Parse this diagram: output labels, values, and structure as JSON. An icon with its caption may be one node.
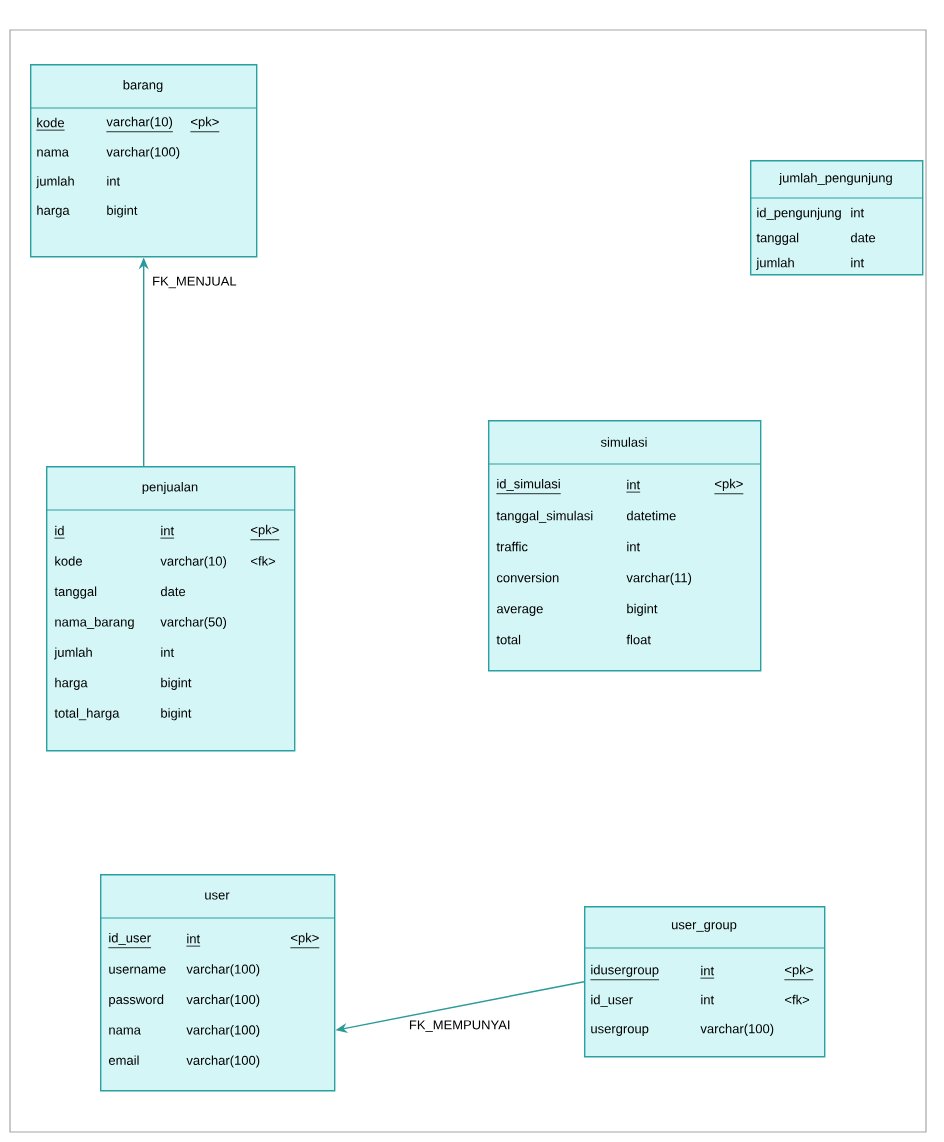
{
  "diagram": {
    "nodes": [
      {
        "text": [
          "barang"
        ]
      },
      {
        "text": [
          "kode",
          "varchar(10)",
          "<pk>"
        ],
        "in": 0
      },
      {
        "text": [
          "nama",
          "varchar(100)"
        ],
        "in": 0
      },
      {
        "text": [
          "jumlah",
          "int"
        ],
        "in": 0
      },
      {
        "text": [
          "harga",
          "bigint"
        ],
        "in": 0
      },
      {
        "text": [
          "jumlah_pengunjung"
        ]
      },
      {
        "text": [
          "id_pengunjung",
          "int"
        ],
        "in": 5
      },
      {
        "text": [
          "tanggal",
          "date"
        ],
        "in": 5
      },
      {
        "text": [
          "jumlah",
          "int"
        ],
        "in": 5
      },
      {
        "text": [
          "simulasi"
        ]
      },
      {
        "text": [
          "id_simulasi",
          "int",
          "<pk>"
        ],
        "in": 9
      },
      {
        "text": [
          "tanggal_simulasi",
          "datetime"
        ],
        "in": 9
      },
      {
        "text": [
          "traffic",
          "int"
        ],
        "in": 9
      },
      {
        "text": [
          "conversion",
          "varchar(11)"
        ],
        "in": 9
      },
      {
        "text": [
          "average",
          "bigint"
        ],
        "in": 9
      },
      {
        "text": [
          "total",
          "float"
        ],
        "in": 9
      },
      {
        "text": [
          "penjualan"
        ]
      },
      {
        "text": [
          "id",
          "int",
          "<pk>"
        ],
        "in": 16
      },
      {
        "text": [
          "kode",
          "varchar(10)",
          "<fk>"
        ],
        "in": 16
      },
      {
        "text": [
          "tanggal",
          "date"
        ],
        "in": 16
      },
      {
        "text": [
          "nama_barang",
          "varchar(50)"
        ],
        "in": 16
      },
      {
        "text": [
          "jumlah",
          "int"
        ],
        "in": 16
      },
      {
        "text": [
          "harga",
          "bigint"
        ],
        "in": 16
      },
      {
        "text": [
          "total_harga",
          "bigint"
        ],
        "in": 16
      },
      {
        "text": [
          "user"
        ]
      },
      {
        "text": [
          "id_user",
          "int",
          "<pk>"
        ],
        "in": 24
      },
      {
        "text": [
          "username",
          "varchar(100)"
        ],
        "in": 24
      },
      {
        "text": [
          "password",
          "varchar(100)"
        ],
        "in": 24
      },
      {
        "text": [
          "nama",
          "varchar(100)"
        ],
        "in": 24
      },
      {
        "text": [
          "email",
          "varchar(100)"
        ],
        "in": 24
      },
      {
        "text": [
          "user_group"
        ]
      },
      {
        "text": [
          "idusergroup",
          "int",
          "<pk>"
        ],
        "in": 30
      },
      {
        "text": [
          "id_user",
          "int",
          "<fk>"
        ],
        "in": 30
      },
      {
        "text": [
          "usergroup",
          "varchar(100)"
        ],
        "in": 30
      }
    ],
    "edges": [
      {
        "from": 16,
        "to": 0,
        "arrow": "to",
        "label": "FK_MENJUAL"
      },
      {
        "from": 30,
        "to": 24,
        "arrow": "to",
        "label": "FK_MEMPUNYAI"
      }
    ]
  }
}
